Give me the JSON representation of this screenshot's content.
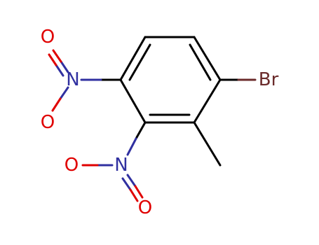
{
  "molecule": {
    "atoms": {
      "br": "Br",
      "n_top": "N",
      "o_top_upper": "O",
      "o_top_lower": "O",
      "n_mid": "N",
      "o_mid_left": "O",
      "o_mid_lower": "O"
    }
  },
  "colors": {
    "bond": "#000000",
    "nitrogen": "#3030a0",
    "oxygen": "#e00000",
    "bromine": "#6b2b2b"
  }
}
